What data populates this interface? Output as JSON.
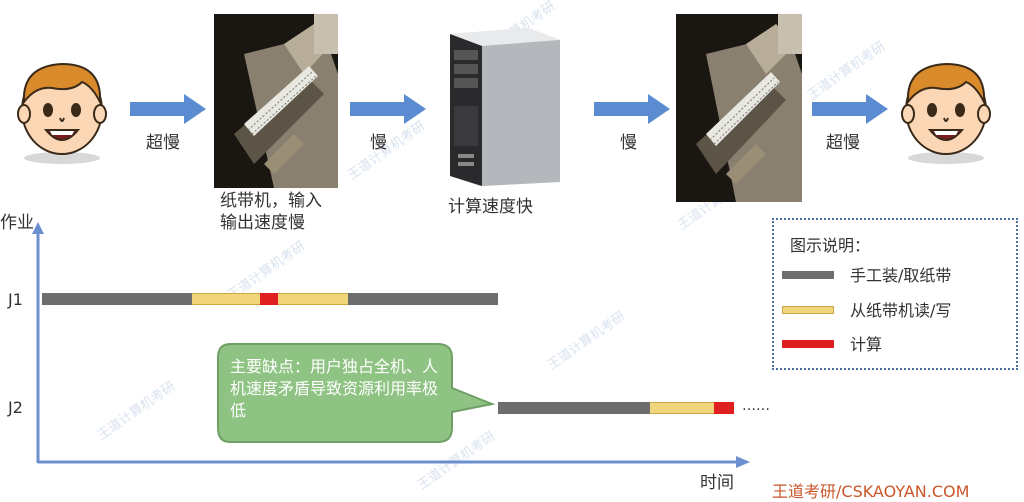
{
  "top_flow": {
    "arrow1_label": "超慢",
    "arrow2_label": "慢",
    "arrow3_label": "慢",
    "arrow4_label": "超慢",
    "tape_label_line1": "纸带机，输入",
    "tape_label_line2": "输出速度慢",
    "computer_label": "计算速度快"
  },
  "timeline": {
    "y_axis_label": "作业",
    "x_axis_label": "时间",
    "rows": [
      {
        "name": "J1"
      },
      {
        "name": "J2",
        "ellipsis": "……"
      }
    ]
  },
  "legend": {
    "title": "图示说明：",
    "items": [
      {
        "label": "手工装/取纸带",
        "color": "#6d6d6d"
      },
      {
        "label": "从纸带机读/写",
        "color": "#f0d57a"
      },
      {
        "label": "计算",
        "color": "#e02020"
      }
    ]
  },
  "callout": {
    "text": "主要缺点：用户独占全机、人机速度矛盾导致资源利用率极低",
    "fill": "#8fc383"
  },
  "footer": {
    "site": "王道考研/CSKAOYAN.COM"
  },
  "colors": {
    "arrow_blue": "#5b8bd0",
    "axis_blue": "#6b8fcf"
  }
}
